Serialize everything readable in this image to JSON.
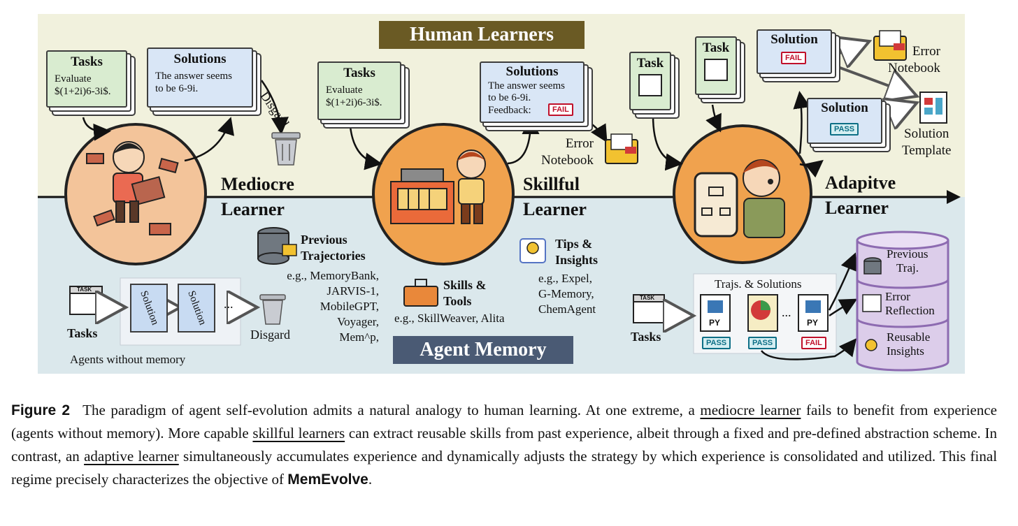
{
  "figure": {
    "banners": {
      "human": "Human Learners",
      "agent": "Agent Memory"
    },
    "mediocre": {
      "tasks_card": {
        "title": "Tasks",
        "body": "Evaluate\n$(1+2i)6-3i$."
      },
      "solutions_card": {
        "title": "Solutions",
        "body": "The answer seems\nto be 6-9i."
      },
      "discard_label": "Disgard",
      "learner": [
        "Mediocre",
        "Learner"
      ],
      "memory": {
        "task_icon_text": "TASK",
        "tasks_label": "Tasks",
        "solution_label": "Solution",
        "ellipsis": "...",
        "discard_label": "Disgard",
        "caption": "Agents without memory"
      }
    },
    "skillful": {
      "tasks_card": {
        "title": "Tasks",
        "body": "Evaluate\n$(1+2i)6-3i$."
      },
      "solutions_card": {
        "title": "Solutions",
        "body": "The answer seems\nto be 6-9i.\nFeedback:"
      },
      "fail_badge": "FAIL",
      "error_notebook": [
        "Error",
        "Notebook"
      ],
      "learner": [
        "Skillful",
        "Learner"
      ],
      "previous": {
        "title": [
          "Previous",
          "Trajectories"
        ],
        "examples": [
          "e.g., MemoryBank,",
          "JARVIS-1,",
          "MobileGPT,",
          "Voyager,",
          "Mem^p,"
        ]
      },
      "skills": {
        "title": [
          "Skills &",
          "Tools"
        ],
        "examples": "e.g., SkillWeaver, Alita"
      },
      "tips": {
        "title": [
          "Tips &",
          "Insights"
        ],
        "examples": [
          "e.g., Expel,",
          "G-Memory,",
          "ChemAgent"
        ]
      }
    },
    "adaptive": {
      "task_cards": [
        "Task",
        "Task"
      ],
      "task_icon_text": "TASK",
      "solution_cards": [
        {
          "title": "Solution",
          "badge": "FAIL"
        },
        {
          "title": "Solution",
          "badge": "PASS"
        }
      ],
      "error_notebook": [
        "Error",
        "Notebook"
      ],
      "solution_template": [
        "Solution",
        "Template"
      ],
      "learner": [
        "Adapitve",
        "Learner"
      ],
      "memory": {
        "tasks_label": "Tasks",
        "trajs_label": "Trajs. & Solutions",
        "py_label": "PY",
        "ellipsis": "...",
        "badges": [
          "PASS",
          "PASS",
          "FAIL"
        ],
        "db_layers": [
          [
            "Previous",
            "Traj."
          ],
          [
            "Error",
            "Reflection"
          ],
          [
            "Reusable",
            "Insights"
          ]
        ]
      }
    }
  },
  "caption": {
    "label": "Figure 2",
    "lines": [
      [
        "The paradigm of agent self-evolution admits a natural analogy to human learning. At one extreme, a ",
        {
          "u": "mediocre learner"
        }
      ],
      [
        "fails to benefit from experience (agents without memory). More capable ",
        {
          "u": "skillful learners"
        },
        " can extract reusable skills from past"
      ],
      [
        "experience, albeit through a fixed and pre-defined abstraction scheme. In contrast, an ",
        {
          "u": "adaptive learner"
        },
        " simultaneously accumulates"
      ],
      [
        "experience and dynamically adjusts the strategy by which experience is consolidated and utilized. This final regime precisely"
      ],
      [
        "characterizes the objective of ",
        {
          "b": "MemEvolve"
        },
        "."
      ]
    ]
  },
  "colors": {
    "top_bg": "#f1f1dd",
    "bottom_bg": "#dbe8ec",
    "banner_human": "#6a5a24",
    "banner_agent": "#4a5a74",
    "circle": "#f0a24e",
    "green_card": "#d9ecd0",
    "blue_card": "#d9e6f6",
    "db_purple": "#dccdea"
  }
}
